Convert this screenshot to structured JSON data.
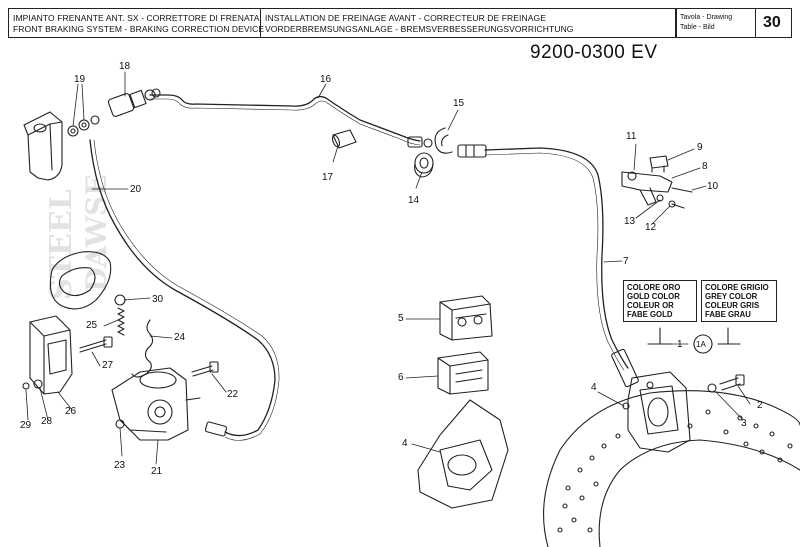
{
  "header": {
    "left_lines": [
      "IMPIANTO FRENANTE ANT. SX - CORRETTORE DI FRENATA",
      "FRONT BRAKING SYSTEM - BRAKING CORRECTION DEVICE"
    ],
    "middle_lines": [
      "INSTALLATION DE FREINAGE AVANT - CORRECTEUR DE FREINAGE",
      "VORDERBREMSUNGSANLAGE - BREMSVERBESSERUNGSVORRICHTUNG"
    ],
    "tavola_lines": [
      "Tavola - Drawing",
      "Table - Bild"
    ],
    "sheet_number": "30"
  },
  "part_number": "9200-0300 EV",
  "watermark": {
    "line1": "STEEL",
    "line2": "DAWSE"
  },
  "color_boxes": {
    "gold": [
      "COLORE ORO",
      "GOLD COLOR",
      "COLEUR OR",
      "FABE GOLD"
    ],
    "grey": [
      "COLORE GRIGIO",
      "GREY COLOR",
      "COLEUR GRIS",
      "FABE GRAU"
    ]
  },
  "callouts": {
    "c1": "1",
    "c1a": "1A",
    "c2": "2",
    "c3": "3",
    "c4a": "4",
    "c4b": "4",
    "c5": "5",
    "c6": "6",
    "c7": "7",
    "c8": "8",
    "c9": "9",
    "c10": "10",
    "c11": "11",
    "c12": "12",
    "c13": "13",
    "c14": "14",
    "c15": "15",
    "c16": "16",
    "c17": "17",
    "c18": "18",
    "c19": "19",
    "c20": "20",
    "c21": "21",
    "c22": "22",
    "c23": "23",
    "c24": "24",
    "c25": "25",
    "c26": "26",
    "c27": "27",
    "c28": "28",
    "c29": "29",
    "c30": "30"
  }
}
